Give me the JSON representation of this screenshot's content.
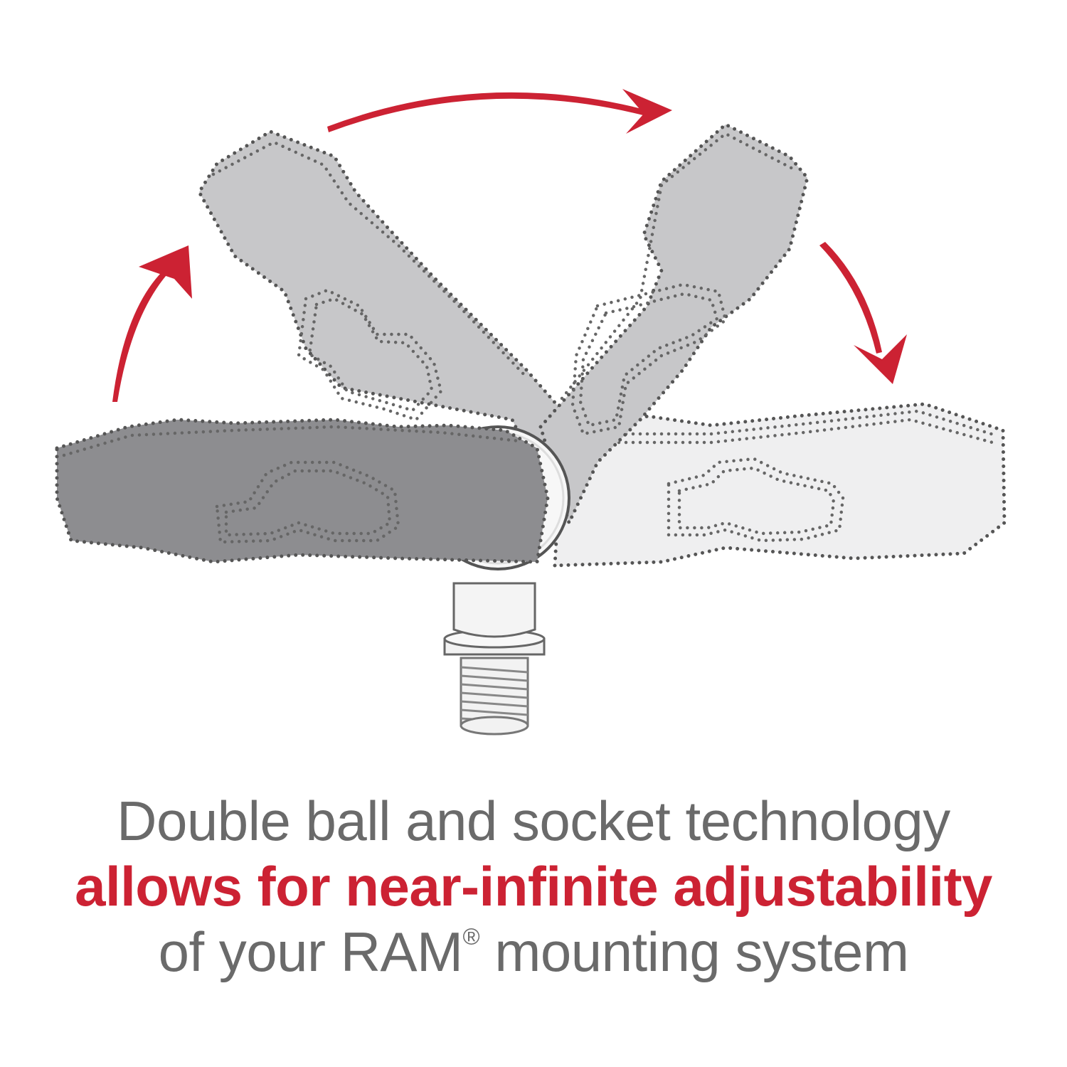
{
  "caption": {
    "line1": "Double ball and socket technology",
    "line2": "allows for near-infinite adjustability",
    "line3_before": "of your RAM",
    "line3_reg": "®",
    "line3_after": " mounting system"
  },
  "colors": {
    "accent": "#cc2233",
    "text": "#6a6a6a",
    "arm_dark": "#8d8d90",
    "arm_mid": "#c7c7c9",
    "arm_light": "#efeff0",
    "hardware": "#f2f2f2"
  },
  "icons": {
    "arrows": "curved-red-arrow",
    "ball": "ball-stud-with-threaded-post"
  }
}
